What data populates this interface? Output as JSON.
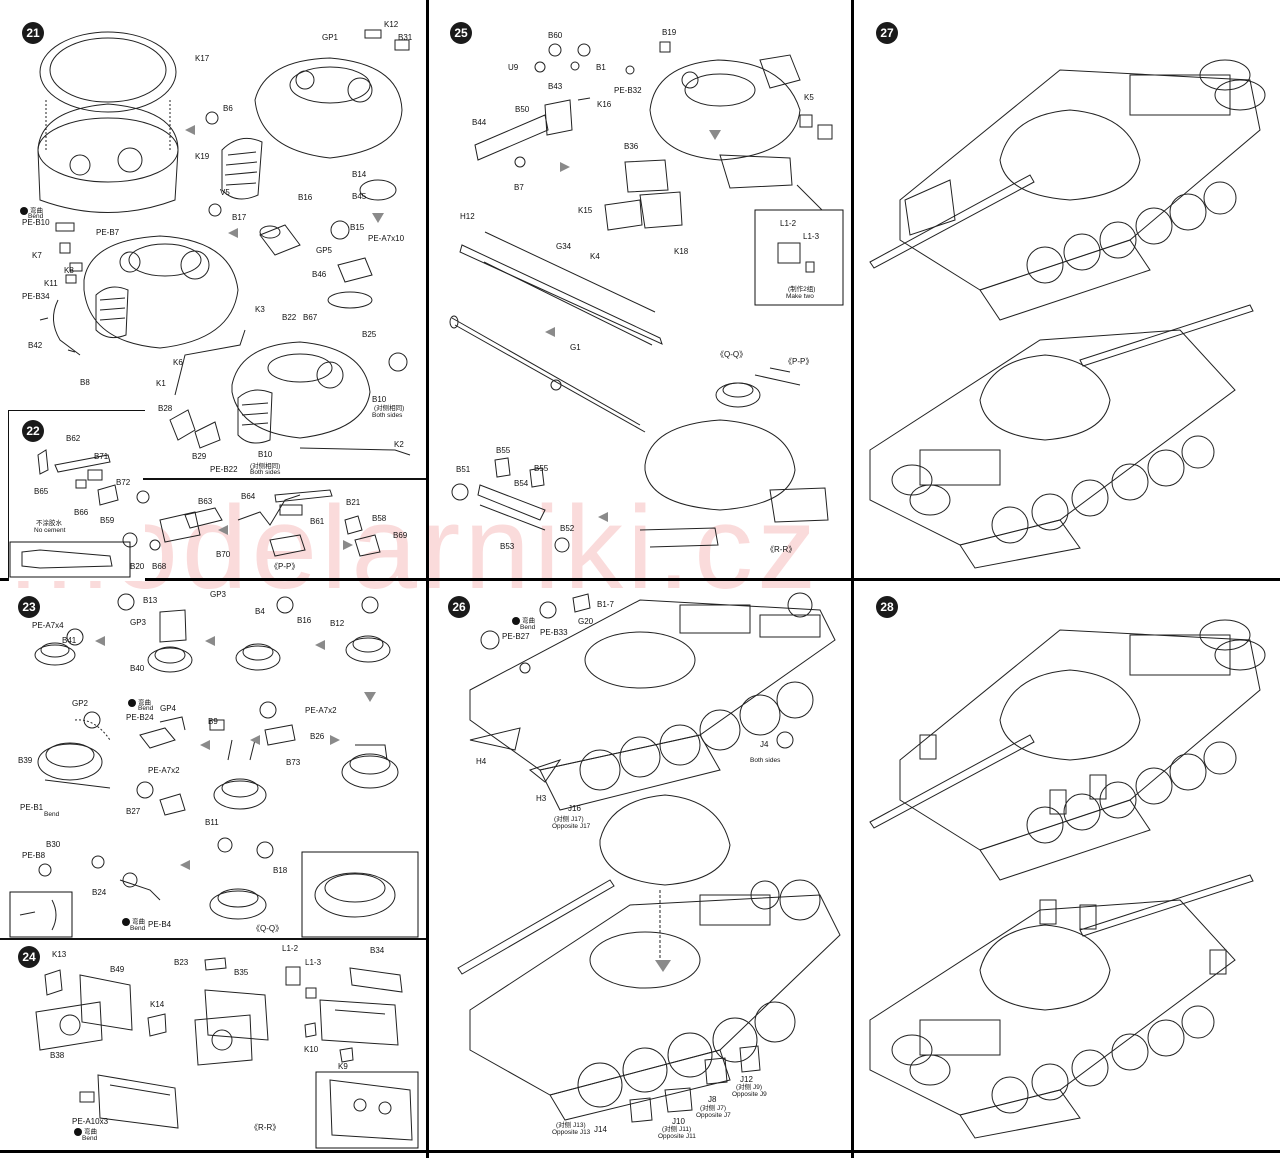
{
  "steps": {
    "s21": {
      "number": "21",
      "labels": [
        "K17",
        "GP1",
        "K12",
        "B31",
        "K19",
        "B6",
        "V5",
        "B16",
        "B17",
        "B14",
        "B45",
        "PE-B10",
        "PE-B7",
        "K7",
        "K8",
        "K11",
        "PE-B34",
        "B42",
        "B8",
        "K6",
        "B15",
        "GP5",
        "B46",
        "PE-A7x10",
        "K3",
        "B22",
        "B67",
        "B25",
        "K1",
        "B28",
        "B29",
        "PE-B22",
        "B10",
        "B10",
        "K2"
      ],
      "bend_label": "Bend",
      "bend_cn": "弯曲",
      "both_sides": "Both sides",
      "both_sides_cn": "(对侧相同)"
    },
    "s22": {
      "number": "22",
      "labels": [
        "B62",
        "B71",
        "B65",
        "B66",
        "B72",
        "B59",
        "B63",
        "B64",
        "B61",
        "B21",
        "B58",
        "B69",
        "B20",
        "B68",
        "B70"
      ],
      "no_cement": "No cement",
      "no_cement_cn": "不涂胶水",
      "view": "《P-P》"
    },
    "s23": {
      "number": "23",
      "labels": [
        "PE-A7x4",
        "B41",
        "B13",
        "GP3",
        "GP3",
        "B40",
        "B4",
        "B16",
        "B12",
        "GP2",
        "B39",
        "PE-B1",
        "GP4",
        "PE-B24",
        "B9",
        "PE-A7x2",
        "B26",
        "PE-A7x2",
        "B73",
        "B27",
        "B11",
        "PE-B8",
        "B30",
        "B24",
        "PE-B4",
        "B18"
      ],
      "bend_label": "Bend",
      "bend_cn": "弯曲",
      "view": "《Q-Q》"
    },
    "s24": {
      "number": "24",
      "labels": [
        "K13",
        "B49",
        "K14",
        "B38",
        "B23",
        "B35",
        "L1-2",
        "L1-3",
        "B34",
        "K10",
        "K9",
        "PE-A10x3"
      ],
      "bend_label": "Bend",
      "bend_cn": "弯曲",
      "view": "《R-R》"
    },
    "s25": {
      "number": "25",
      "labels": [
        "B60",
        "U9",
        "B1",
        "B19",
        "PE-B32",
        "B43",
        "B50",
        "K16",
        "B44",
        "B7",
        "K5",
        "B36",
        "K15",
        "K4",
        "K18",
        "H12",
        "G34",
        "G1",
        "L1-2",
        "L1-3",
        "B55",
        "B51",
        "B54",
        "B55",
        "B53",
        "B52"
      ],
      "make_two": "Make two",
      "make_two_cn": "(制作2组)",
      "view_q": "《Q-Q》",
      "view_p": "《P-P》",
      "view_r": "《R-R》"
    },
    "s26": {
      "number": "26",
      "labels": [
        "B1-7",
        "G20",
        "PE-B33",
        "PE-B27",
        "H4",
        "H3",
        "J4",
        "J16",
        "J8",
        "J12",
        "J10",
        "J14"
      ],
      "bend_label": "Bend",
      "bend_cn": "弯曲",
      "both_sides": "Both sides",
      "opp_j17": "Opposite J17",
      "opp_j17_cn": "(对侧 J17)",
      "opp_j7": "Opposite J7",
      "opp_j7_cn": "(对侧 J7)",
      "opp_j9": "Opposite J9",
      "opp_j9_cn": "(对侧 J9)",
      "opp_j11": "Opposite J11",
      "opp_j11_cn": "(对侧 J11)",
      "opp_j13": "Opposite J13",
      "opp_j13_cn": "(对侧 J13)"
    },
    "s27": {
      "number": "27"
    },
    "s28": {
      "number": "28"
    }
  },
  "watermark": "modelarniki.cz",
  "colors": {
    "watermark": "#e65a5a",
    "arrow": "#8a8a8a",
    "ink": "#111111"
  }
}
